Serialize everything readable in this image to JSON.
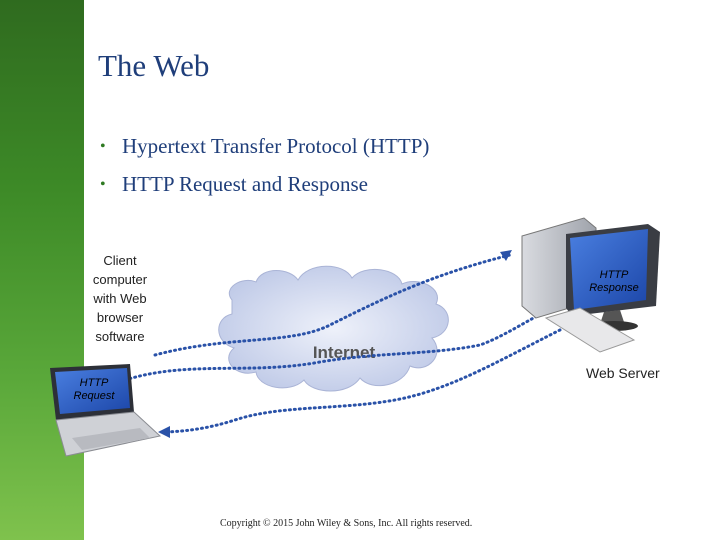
{
  "slide": {
    "title": "The Web",
    "bullets": [
      "Hypertext Transfer Protocol (HTTP)",
      "HTTP Request and Response"
    ],
    "copyright": "Copyright © 2015 John Wiley & Sons, Inc. All rights reserved."
  },
  "diagram": {
    "client_label_lines": [
      "Client",
      "computer",
      "with Web",
      "browser",
      "software"
    ],
    "server_label": "Web Server",
    "cloud_label": "Internet",
    "request_label_lines": [
      "HTTP",
      "Request"
    ],
    "response_label_lines": [
      "HTTP",
      "Response"
    ]
  },
  "colors": {
    "sidebar": "#3d8a27",
    "title": "#1f3e7a",
    "screen": "#2b5cc2",
    "cloud": "#c9d3ec"
  },
  "icons": [
    "client-laptop-icon",
    "web-server-icon",
    "internet-cloud-icon"
  ]
}
